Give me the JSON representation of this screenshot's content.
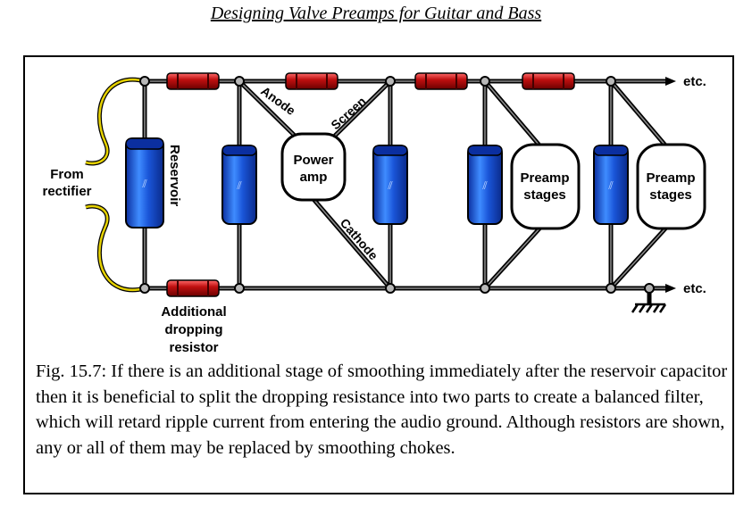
{
  "header": {
    "title": "Designing Valve Preamps for Guitar and Bass"
  },
  "diagram": {
    "labels": {
      "from_rectifier_line1": "From",
      "from_rectifier_line2": "rectifier",
      "reservoir": "Reservoir",
      "anode": "Anode",
      "screen": "Screen",
      "cathode": "Cathode",
      "power_amp_line1": "Power",
      "power_amp_line2": "amp",
      "preamp1_line1": "Preamp",
      "preamp1_line2": "stages",
      "preamp2_line1": "Preamp",
      "preamp2_line2": "stages",
      "etc_top": "etc.",
      "etc_bottom": "etc.",
      "dropping_line1": "Additional",
      "dropping_line2": "dropping",
      "dropping_line3": "resistor"
    },
    "colors": {
      "wire": "#000000",
      "wire_fill": "#7a7a7a",
      "resistor": "#c01010",
      "capacitor": "#1a55d8",
      "rectifier_lead": "#e6d200"
    }
  },
  "caption": {
    "text": "Fig. 15.7: If there is an additional stage of smoothing immediately after the reservoir capacitor then it is beneficial to split the dropping resistance into two parts to create a balanced filter, which will retard ripple current from entering the audio ground. Although resistors are shown, any or all of them may be replaced by smoothing chokes."
  }
}
